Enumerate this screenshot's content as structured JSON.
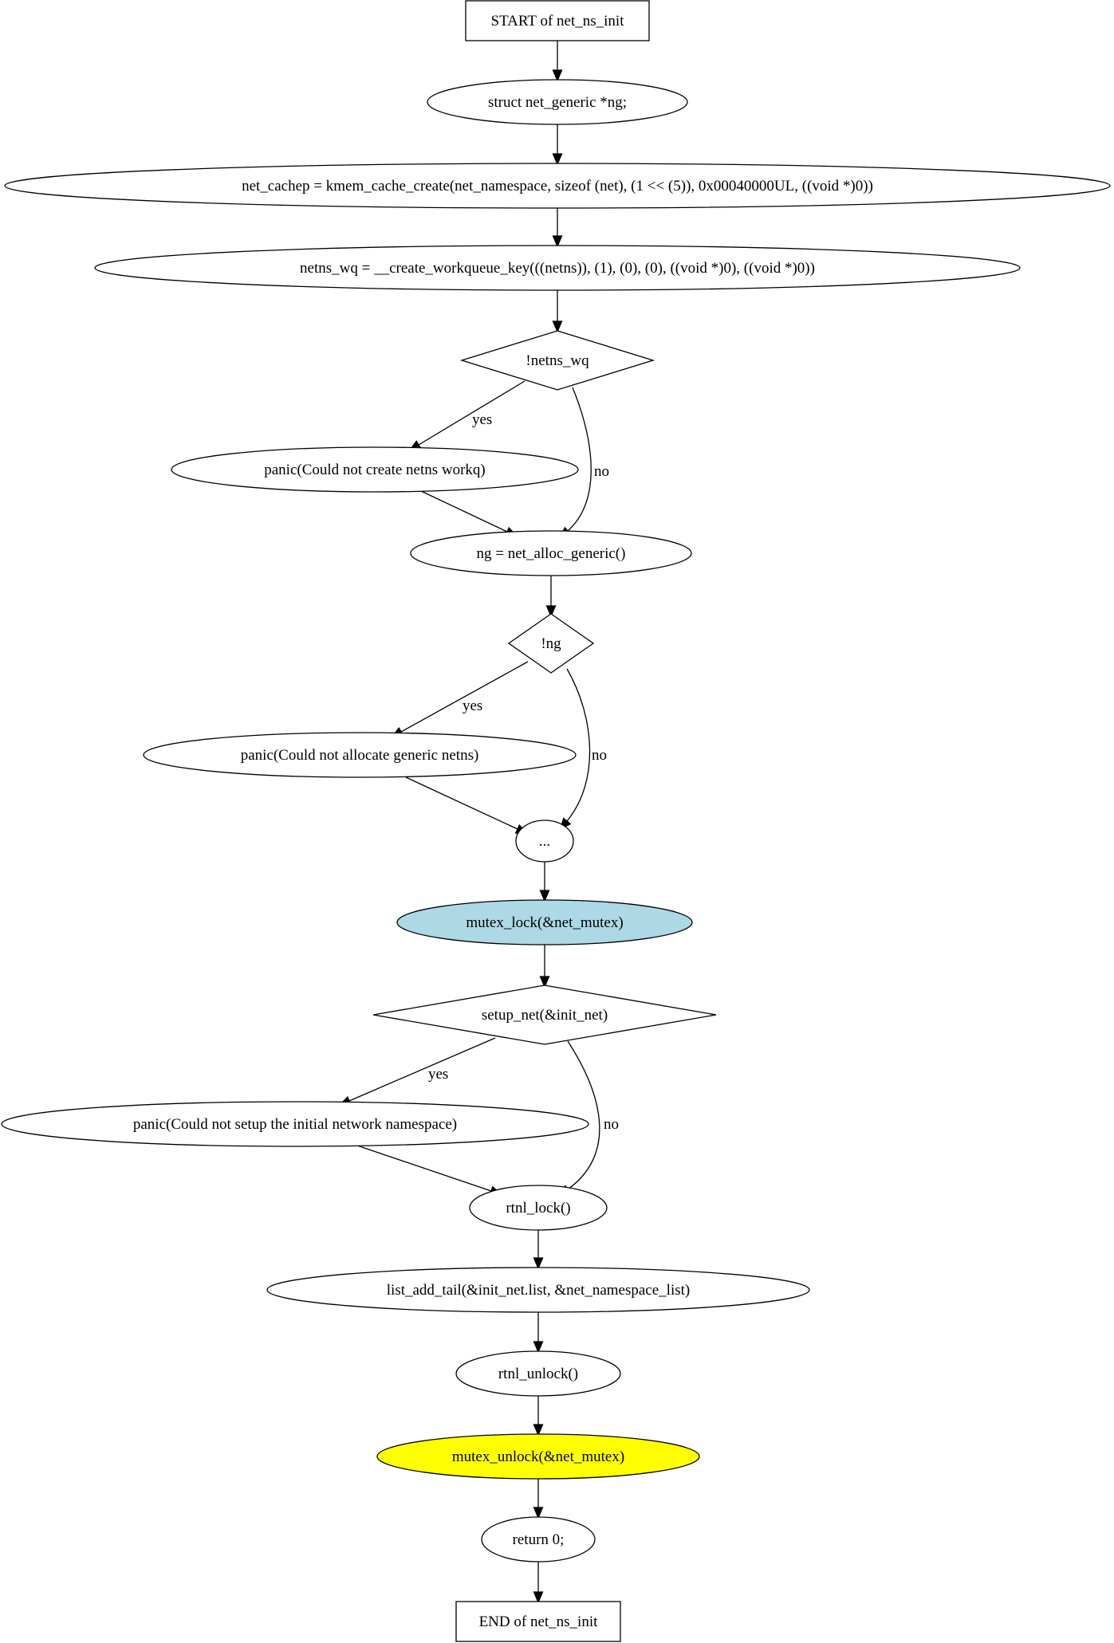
{
  "flowchart": {
    "nodes": {
      "start": {
        "label": "START of net_ns_init",
        "shape": "box"
      },
      "decl_ng": {
        "label": "struct net_generic *ng;",
        "shape": "ellipse"
      },
      "cache_create": {
        "label": "net_cachep = kmem_cache_create(net_namespace, sizeof (net), (1 << (5)), 0x00040000UL, ((void *)0))",
        "shape": "ellipse"
      },
      "workqueue": {
        "label": "netns_wq = __create_workqueue_key(((netns)), (1), (0), (0), ((void *)0), ((void *)0))",
        "shape": "ellipse"
      },
      "check_wq": {
        "label": "!netns_wq",
        "shape": "diamond"
      },
      "panic_wq": {
        "label": "panic(Could not create netns workq)",
        "shape": "ellipse"
      },
      "alloc_generic": {
        "label": "ng = net_alloc_generic()",
        "shape": "ellipse"
      },
      "check_ng": {
        "label": "!ng",
        "shape": "diamond"
      },
      "panic_ng": {
        "label": "panic(Could not allocate generic netns)",
        "shape": "ellipse"
      },
      "ellipsis": {
        "label": "...",
        "shape": "ellipse"
      },
      "mutex_lock": {
        "label": "mutex_lock(&net_mutex)",
        "shape": "ellipse",
        "fill": "#add8e6"
      },
      "check_setup": {
        "label": "setup_net(&init_net)",
        "shape": "diamond"
      },
      "panic_setup": {
        "label": "panic(Could not setup the initial network namespace)",
        "shape": "ellipse"
      },
      "rtnl_lock": {
        "label": "rtnl_lock()",
        "shape": "ellipse"
      },
      "list_add": {
        "label": "list_add_tail(&init_net.list, &net_namespace_list)",
        "shape": "ellipse"
      },
      "rtnl_unlock": {
        "label": "rtnl_unlock()",
        "shape": "ellipse"
      },
      "mutex_unlock": {
        "label": "mutex_unlock(&net_mutex)",
        "shape": "ellipse",
        "fill": "#ffff00"
      },
      "return0": {
        "label": "return 0;",
        "shape": "ellipse"
      },
      "end": {
        "label": "END of net_ns_init",
        "shape": "box"
      }
    },
    "edges": [
      {
        "from": "start",
        "to": "decl_ng",
        "label": ""
      },
      {
        "from": "decl_ng",
        "to": "cache_create",
        "label": ""
      },
      {
        "from": "cache_create",
        "to": "workqueue",
        "label": ""
      },
      {
        "from": "workqueue",
        "to": "check_wq",
        "label": ""
      },
      {
        "from": "check_wq",
        "to": "panic_wq",
        "label": "yes"
      },
      {
        "from": "check_wq",
        "to": "alloc_generic",
        "label": "no"
      },
      {
        "from": "panic_wq",
        "to": "alloc_generic",
        "label": ""
      },
      {
        "from": "alloc_generic",
        "to": "check_ng",
        "label": ""
      },
      {
        "from": "check_ng",
        "to": "panic_ng",
        "label": "yes"
      },
      {
        "from": "check_ng",
        "to": "ellipsis",
        "label": "no"
      },
      {
        "from": "panic_ng",
        "to": "ellipsis",
        "label": ""
      },
      {
        "from": "ellipsis",
        "to": "mutex_lock",
        "label": ""
      },
      {
        "from": "mutex_lock",
        "to": "check_setup",
        "label": ""
      },
      {
        "from": "check_setup",
        "to": "panic_setup",
        "label": "yes"
      },
      {
        "from": "check_setup",
        "to": "rtnl_lock",
        "label": "no"
      },
      {
        "from": "panic_setup",
        "to": "rtnl_lock",
        "label": ""
      },
      {
        "from": "rtnl_lock",
        "to": "list_add",
        "label": ""
      },
      {
        "from": "list_add",
        "to": "rtnl_unlock",
        "label": ""
      },
      {
        "from": "rtnl_unlock",
        "to": "mutex_unlock",
        "label": ""
      },
      {
        "from": "mutex_unlock",
        "to": "return0",
        "label": ""
      },
      {
        "from": "return0",
        "to": "end",
        "label": ""
      }
    ]
  }
}
